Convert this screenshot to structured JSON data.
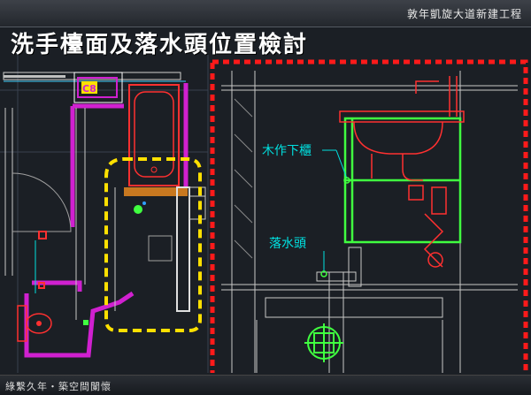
{
  "header": {
    "project_name": "敦年凱旋大道新建工程"
  },
  "slide": {
    "title": "洗手檯面及落水頭位置檢討"
  },
  "drawing": {
    "plan_tag": "C8",
    "callouts": {
      "cabinet": "木作下櫃",
      "drain": "落水頭"
    },
    "colors": {
      "highlight_yellow": "#ffe000",
      "highlight_red": "#ff1a1a",
      "wall_magenta": "#d020d0",
      "cabinet_green": "#40ff40",
      "fixture_red": "#ff3030",
      "callout_cyan": "#00e0e0"
    }
  },
  "footer": {
    "slogan": "綠繫久年・築空間闌懷"
  }
}
